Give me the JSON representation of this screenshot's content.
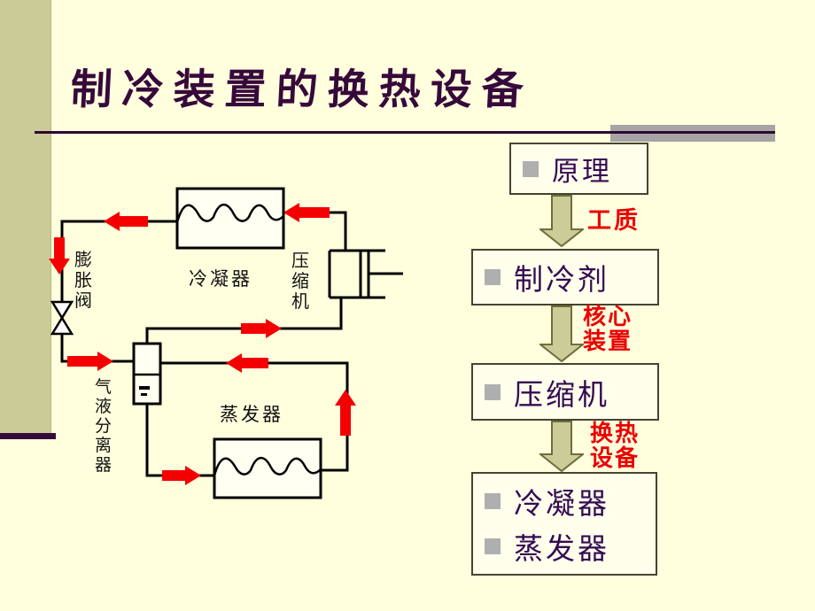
{
  "slide": {
    "title": "制冷装置的换热设备",
    "colors": {
      "background": "#FFFFDE",
      "sidebar": "#CBCB97",
      "accent_purple": "#37093B",
      "gray_bar": "#A5A5A5",
      "red_accent": "#EB0000",
      "flow_arrow_olive": "#CCCC99",
      "box_text_purple": "#350A52",
      "pipe_arrow_red": "#F40000"
    }
  },
  "diagram": {
    "labels": {
      "condenser": "冷凝器",
      "compressor": "压缩机",
      "expansion_valve": "膨胀阀",
      "gas_liquid_separator": "气液分离器",
      "evaporator": "蒸发器"
    }
  },
  "flowchart": {
    "box1_label": "原理",
    "box2_label": "制冷剂",
    "box3_label": "压缩机",
    "box4_items": [
      "冷凝器",
      "蒸发器"
    ],
    "arrow1_label": "工质",
    "arrow2_label": "核心\n装置",
    "arrow3_label": "换热\n设备"
  }
}
